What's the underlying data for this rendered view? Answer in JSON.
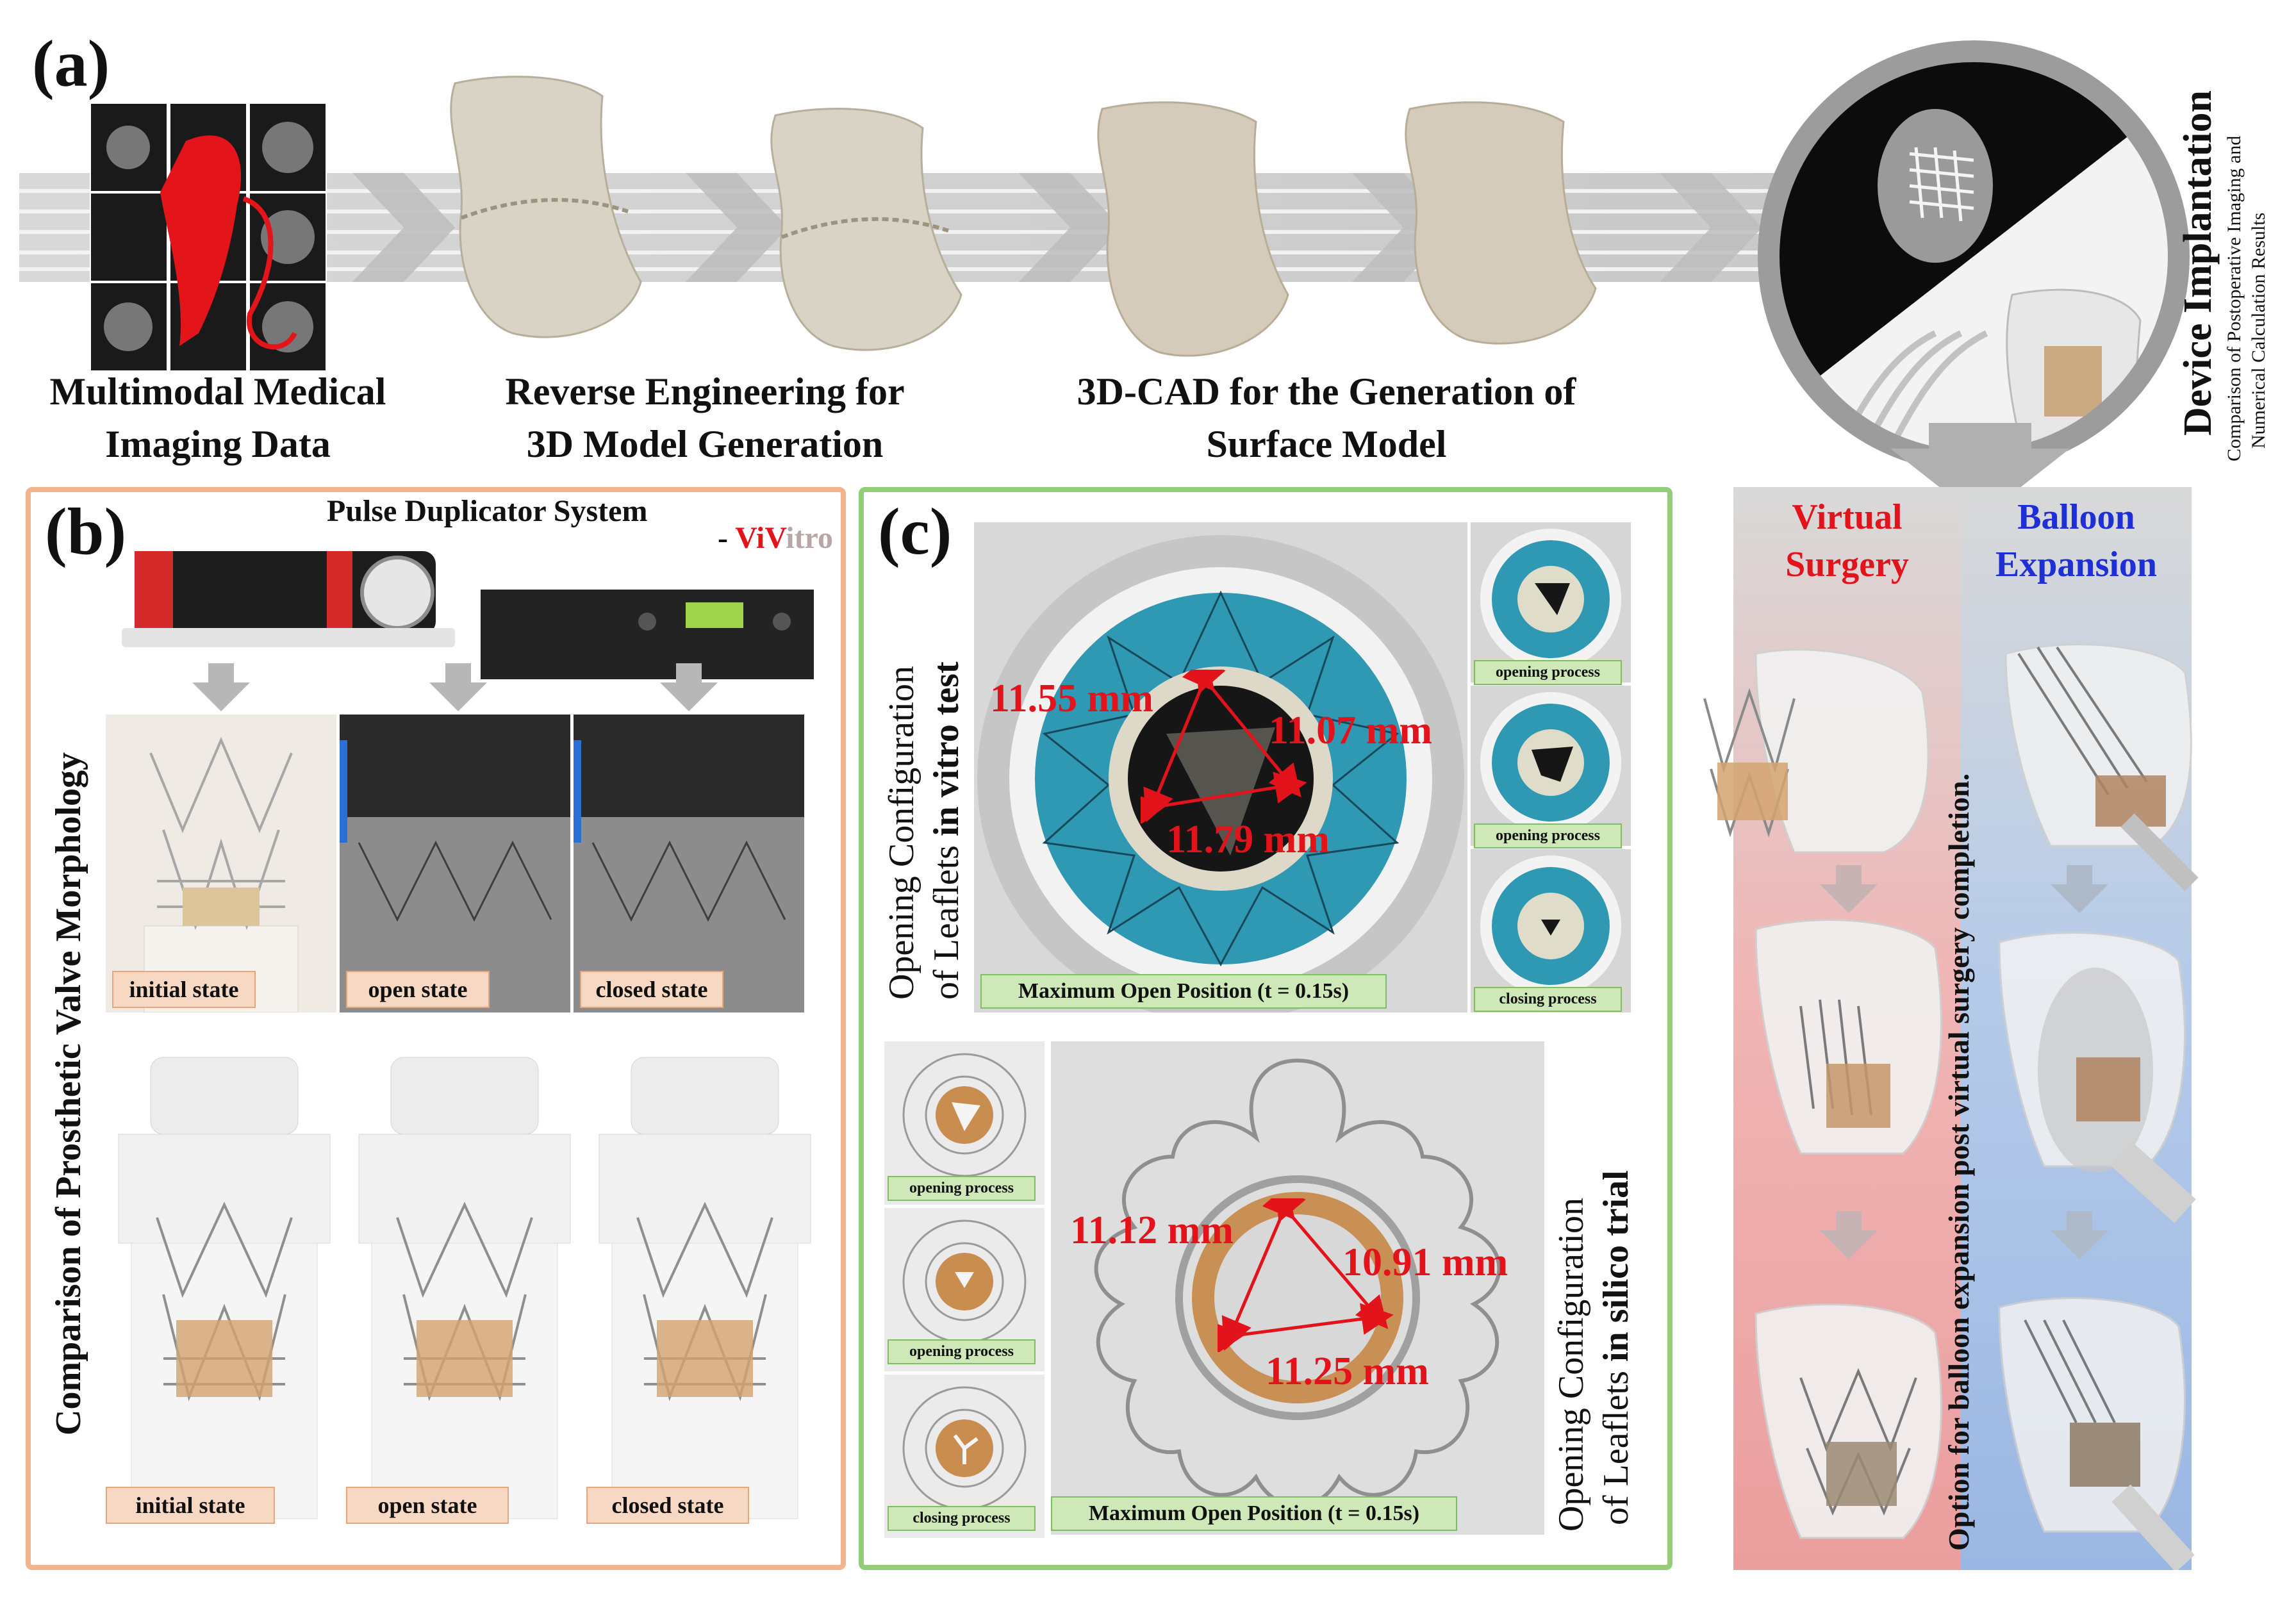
{
  "panel_a": {
    "letter": "(a)",
    "steps": [
      {
        "line1": "Multimodal Medical",
        "line2": "Imaging Data"
      },
      {
        "line1": "Reverse Engineering for",
        "line2": "3D Model Generation"
      },
      {
        "line1": "3D-CAD for the Generation of",
        "line2": "Surface Model"
      }
    ],
    "device_title": "Device Implantation",
    "device_sub1": "Comparison of Postoperative Imaging and",
    "device_sub2": "Numerical Calculation Results"
  },
  "panel_b": {
    "letter": "(b)",
    "pulse_title": "Pulse Duplicator System",
    "vivitro_dash": "- ",
    "vivitro_red": "ViV",
    "vivitro_gray": "itro",
    "side_label": "Comparison of Prosthetic Valve Morphology",
    "photo_tags": [
      "initial state",
      "open state",
      "closed state"
    ],
    "model_tags": [
      "initial state",
      "open state",
      "closed state"
    ]
  },
  "panel_c": {
    "letter": "(c)",
    "vitro_label_line1": "Opening Configuration",
    "vitro_label_line2_plain": "of Leaflets ",
    "vitro_label_line2_bold": "in vitro test",
    "vitro_measurements": [
      "11.55 mm",
      "11.07 mm",
      "11.79 mm"
    ],
    "vitro_max_tag": "Maximum Open Position (t = 0.15s)",
    "vitro_side_tags": [
      "opening process",
      "opening process",
      "closing process"
    ],
    "silico_label_line1": "Opening Configuration",
    "silico_label_line2_plain": "of Leaflets ",
    "silico_label_line2_bold": "in silico trial",
    "silico_measurements": [
      "11.12 mm",
      "10.91 mm",
      "11.25 mm"
    ],
    "silico_max_tag": "Maximum Open Position (t = 0.15s)",
    "silico_side_tags": [
      "opening process",
      "opening process",
      "closing process"
    ]
  },
  "panel_right": {
    "virtual_line1": "Virtual",
    "virtual_line2": "Surgery",
    "balloon_line1": "Balloon",
    "balloon_line2": "Expansion",
    "option_text": "Option for balloon expansion post virtual surgery completion.",
    "virtual_color": "#e3131b",
    "balloon_color": "#1f2fd6"
  },
  "colors": {
    "panel_b_border": "#f2b48c",
    "panel_c_border": "#93cd7a",
    "measure_red": "#e3131b"
  }
}
